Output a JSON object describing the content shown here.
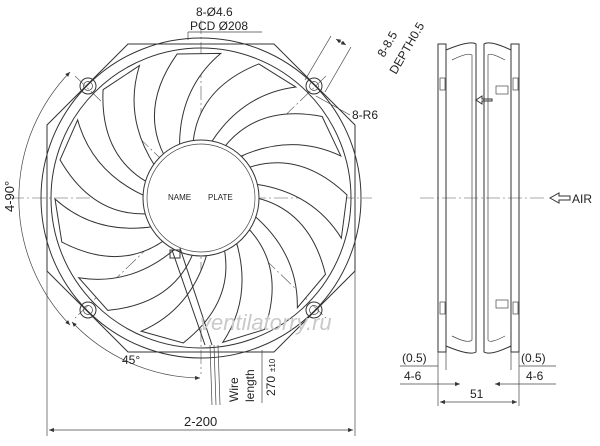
{
  "labels": {
    "hole_count_dia": "8-Ø4.6",
    "pcd": "PCD Ø208",
    "counterbore": "8-8.5",
    "depth": "DEPTH0.5",
    "corner_radius": "8-R6",
    "angle_total": "4-90°",
    "angle_step": "45°",
    "width": "2-200",
    "name_plate_left": "NAME",
    "name_plate_right": "PLATE",
    "wire_label_1": "Wire",
    "wire_label_2": "length",
    "wire_length": "270",
    "wire_tol": "±10",
    "airflow": "AIR",
    "gap_left": "(0.5)",
    "gap_right": "(0.5)",
    "flange_left": "4-6",
    "flange_right": "4-6",
    "depth_dim": "51",
    "watermark": "ventilatorry.ru"
  }
}
